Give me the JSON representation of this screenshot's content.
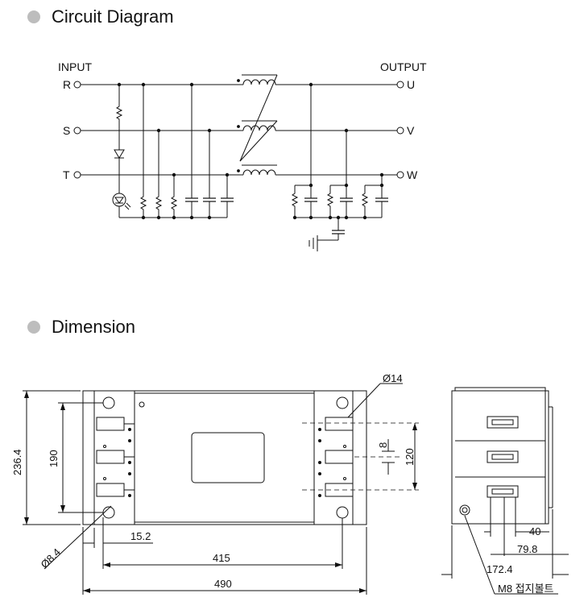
{
  "sections": {
    "circuit": {
      "title": "Circuit Diagram"
    },
    "dimension": {
      "title": "Dimension"
    }
  },
  "circuit": {
    "input_label": "INPUT",
    "output_label": "OUTPUT",
    "inputs": [
      "R",
      "S",
      "T"
    ],
    "outputs": [
      "U",
      "V",
      "W"
    ]
  },
  "dimension": {
    "height_total": "236.4",
    "height_holes": "190",
    "hole_dia_big": "Ø14",
    "hole_dia_small": "Ø8.4",
    "terminal_w": "8",
    "terminal_span": "120",
    "edge_offset": "15.2",
    "mount_span": "415",
    "total_width": "490",
    "side_40": "40",
    "side_79_8": "79.8",
    "side_172_4": "172.4",
    "ground_bolt": "M8 접지볼트"
  }
}
